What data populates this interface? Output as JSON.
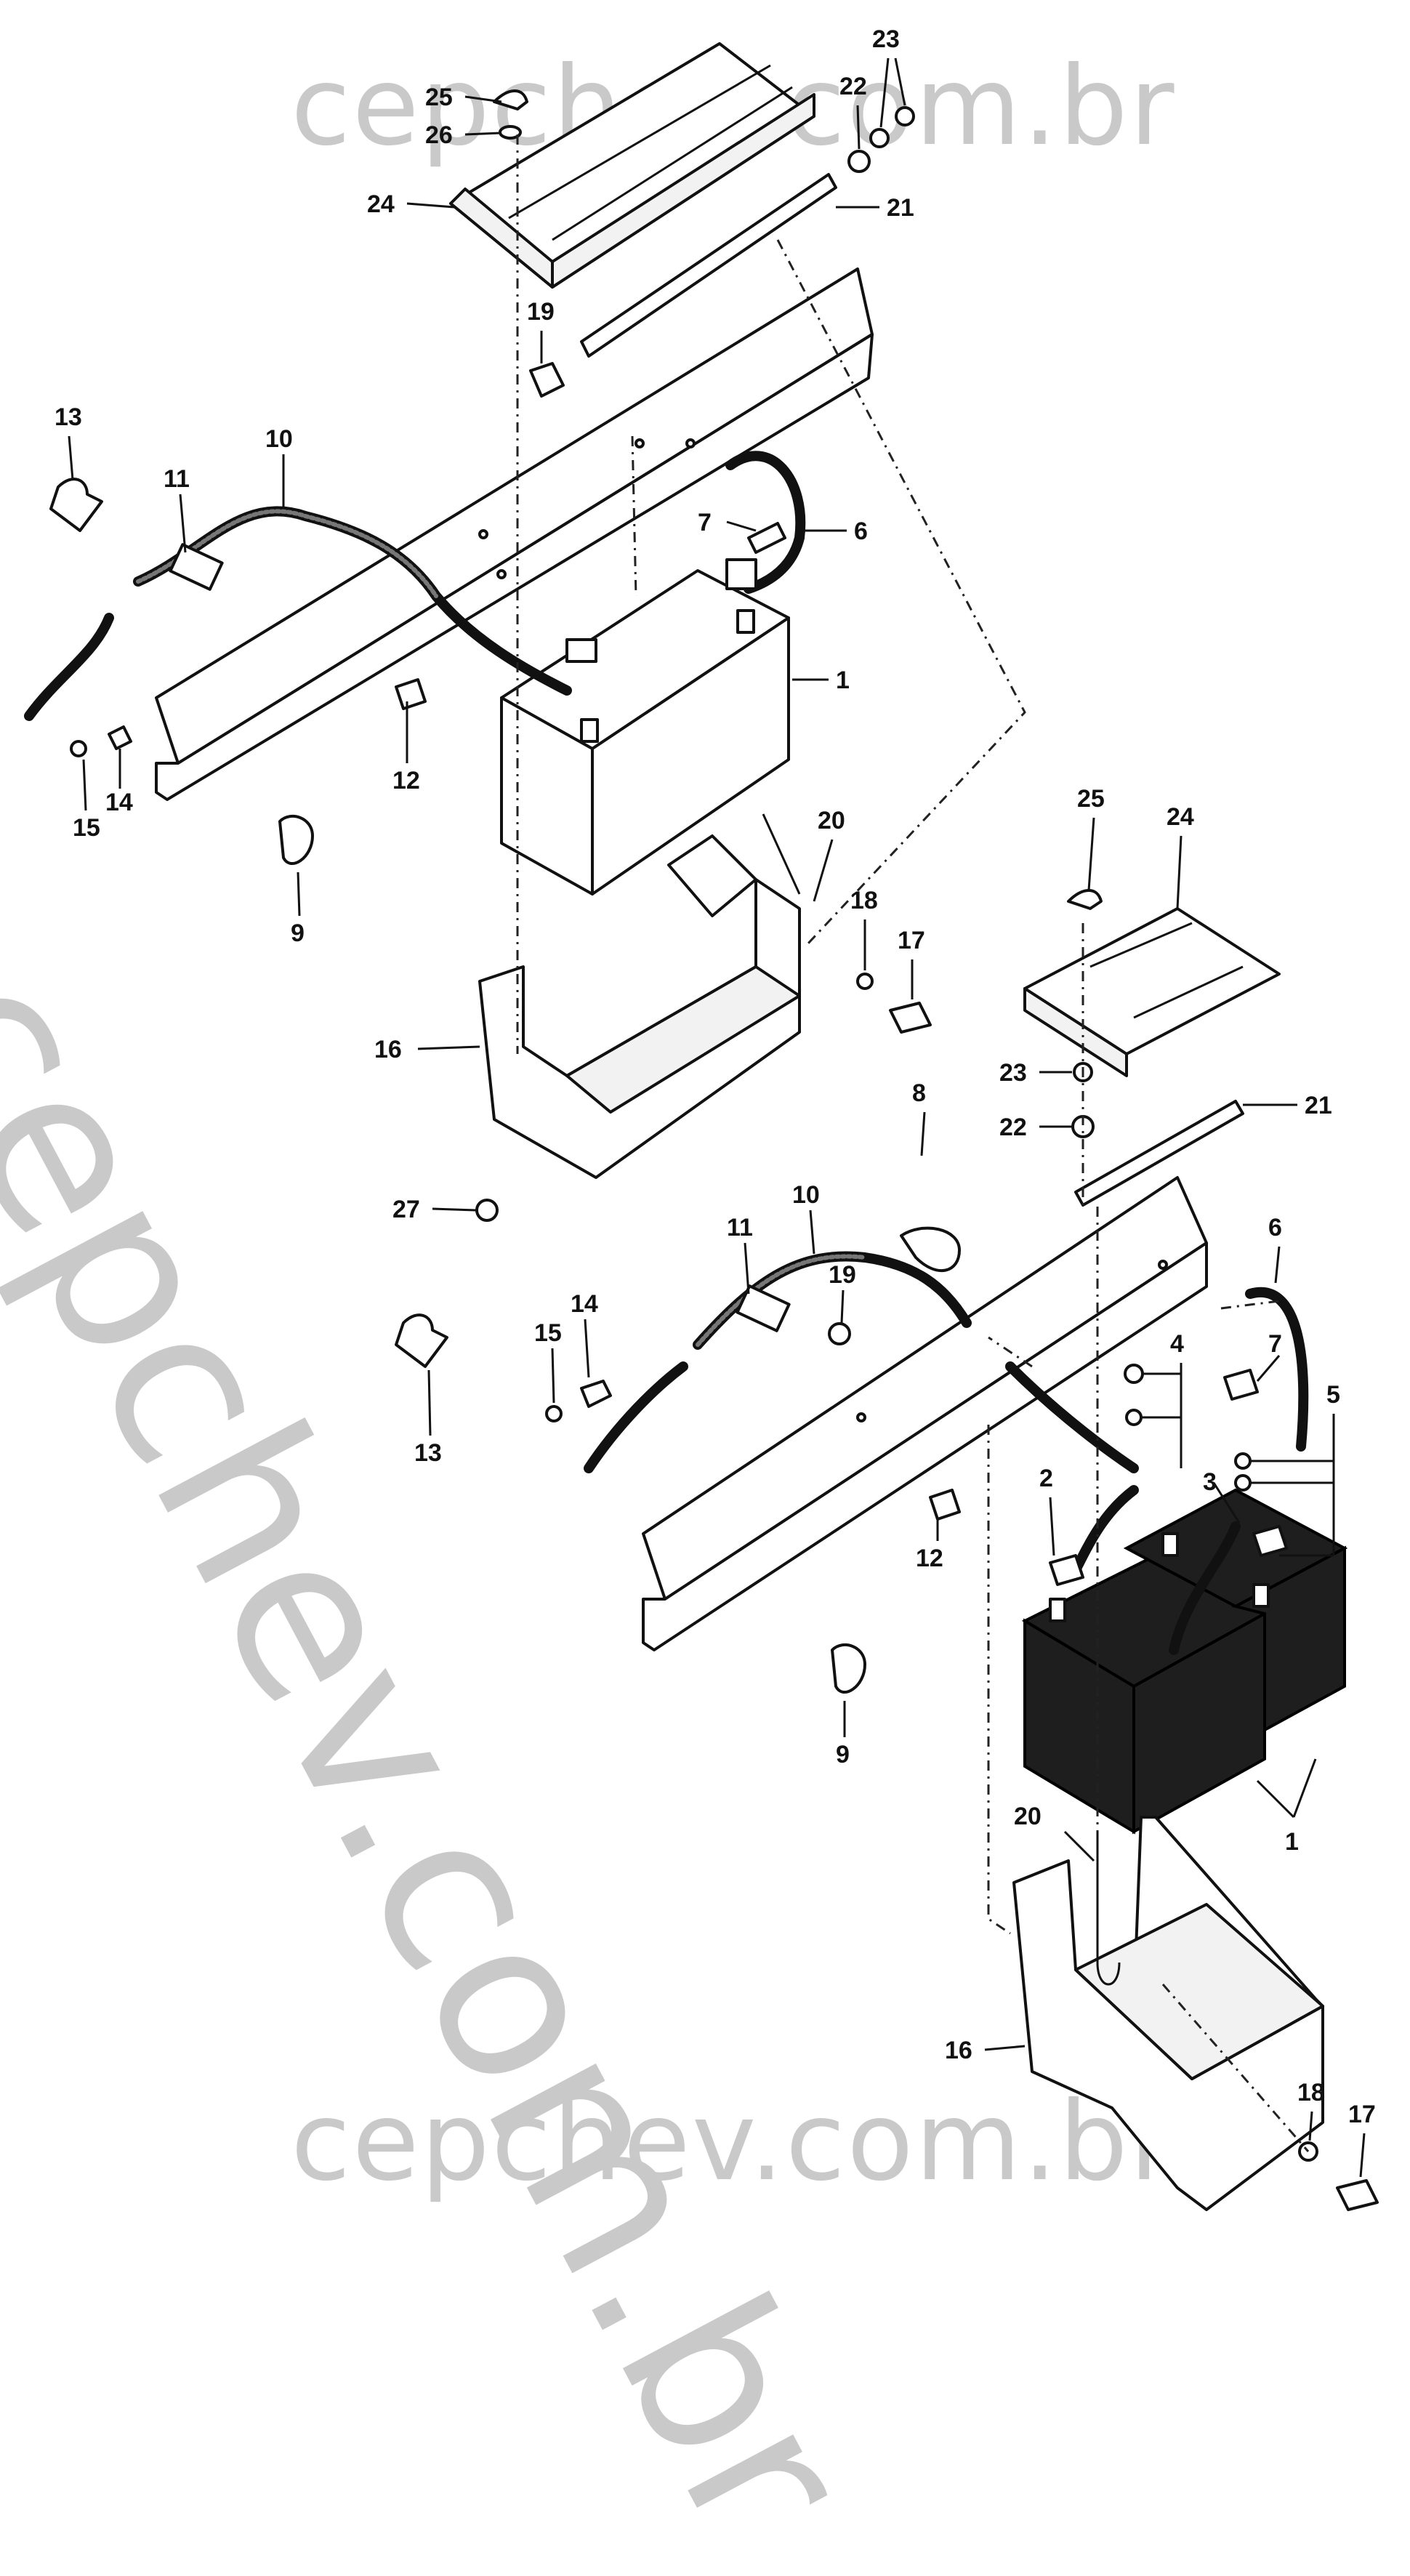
{
  "watermark": {
    "top": "cepchev.com.br",
    "bottom": "cepchev.com.br",
    "diagonal": "cepchev.com.br"
  },
  "callouts": {
    "upper": [
      "25",
      "26",
      "24",
      "23",
      "22",
      "21",
      "19",
      "13",
      "10",
      "11",
      "7",
      "6",
      "1",
      "12",
      "15",
      "14",
      "9",
      "20",
      "18",
      "17",
      "16",
      "27"
    ],
    "lower": [
      "25",
      "24",
      "8",
      "23",
      "21",
      "22",
      "10",
      "11",
      "19",
      "14",
      "15",
      "6",
      "4",
      "7",
      "13",
      "5",
      "2",
      "3",
      "12",
      "9",
      "1",
      "20",
      "16",
      "18",
      "17"
    ]
  }
}
